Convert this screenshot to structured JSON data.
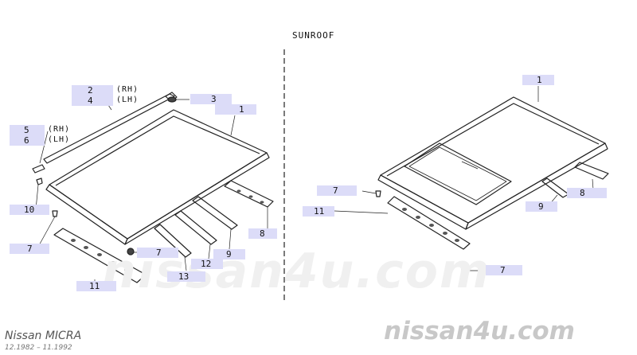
{
  "diagram": {
    "section_title": "SUNROOF",
    "watermark": "nissan4u.com",
    "model_name": "Nissan MICRA",
    "production_years": "12.1982  –  11.1992",
    "callouts_left": [
      {
        "id": "2",
        "side": "(RH)"
      },
      {
        "id": "4",
        "side": "(LH)"
      },
      {
        "id": "3"
      },
      {
        "id": "1"
      },
      {
        "id": "5",
        "side": "(RH)"
      },
      {
        "id": "6",
        "side": "(LH)"
      },
      {
        "id": "10"
      },
      {
        "id": "7"
      },
      {
        "id": "7"
      },
      {
        "id": "8"
      },
      {
        "id": "9"
      },
      {
        "id": "12"
      },
      {
        "id": "13"
      },
      {
        "id": "11"
      }
    ],
    "callouts_right": [
      {
        "id": "1"
      },
      {
        "id": "7"
      },
      {
        "id": "11"
      },
      {
        "id": "8"
      },
      {
        "id": "9"
      },
      {
        "id": "7"
      }
    ],
    "colors": {
      "callout_bg": "#dcdcf8",
      "line": "#222222",
      "watermark_light": "#f0f0f0",
      "watermark_dark": "#c8c8c8"
    }
  }
}
